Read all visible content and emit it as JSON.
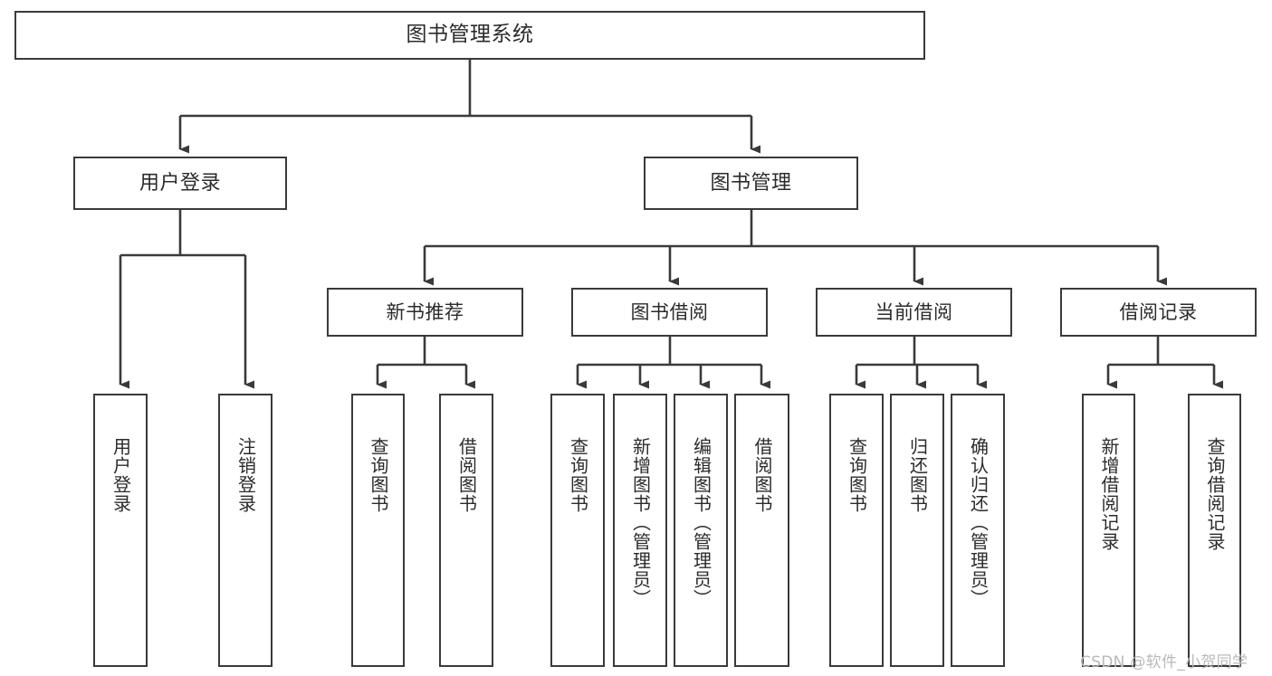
{
  "diagram": {
    "title": "图书管理系统",
    "type": "tree-hierarchy",
    "orientation": "top-down",
    "root": {
      "label": "图书管理系统"
    },
    "level2": [
      {
        "label": "用户登录"
      },
      {
        "label": "图书管理"
      }
    ],
    "level3": [
      {
        "label": "新书推荐"
      },
      {
        "label": "图书借阅"
      },
      {
        "label": "当前借阅"
      },
      {
        "label": "借阅记录"
      }
    ],
    "leaves": {
      "user_login": [
        {
          "label": "用户登录"
        },
        {
          "label": "注销登录"
        }
      ],
      "new_book": [
        {
          "label": "查询图书"
        },
        {
          "label": "借阅图书"
        }
      ],
      "book_borrow": [
        {
          "label": "查询图书"
        },
        {
          "label": "新增图书（管理员）"
        },
        {
          "label": "编辑图书（管理员）"
        },
        {
          "label": "借阅图书"
        }
      ],
      "current_borrow": [
        {
          "label": "查询图书"
        },
        {
          "label": "归还图书"
        },
        {
          "label": "确认归还（管理员）"
        }
      ],
      "borrow_record": [
        {
          "label": "新增借阅记录"
        },
        {
          "label": "查询借阅记录"
        }
      ]
    }
  },
  "watermark": {
    "text": "CSDN @软件_小贺同学"
  },
  "colors": {
    "stroke": "#3a3a3a",
    "background": "#ffffff",
    "text": "#2b2b2b",
    "watermark": "#b9b9b9"
  }
}
